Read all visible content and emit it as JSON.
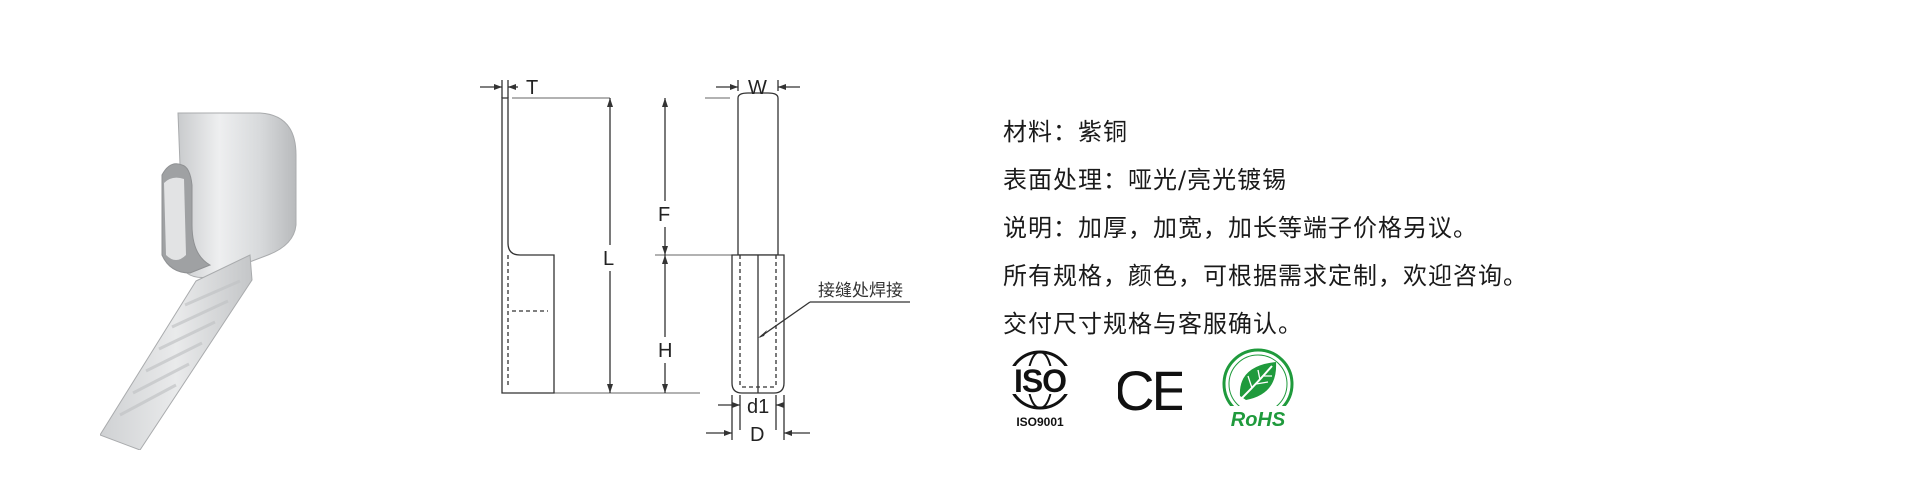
{
  "product_photo": {
    "subject": "tin-plated copper pin terminal (crimp connector)"
  },
  "drawing": {
    "labels": {
      "t": "T",
      "w": "W",
      "l": "L",
      "f": "F",
      "h": "H",
      "d1": "d1",
      "d": "D"
    },
    "callout": "接缝处焊接"
  },
  "specs": [
    "材料：紫铜",
    "表面处理：哑光/亮光镀锡",
    "说明：加厚，加宽，加长等端子价格另议。",
    "所有规格，颜色，可根据需求定制，欢迎咨询。",
    "交付尺寸规格与客服确认。"
  ],
  "certifications": {
    "iso": {
      "logo_text": "ISO",
      "caption": "ISO9001"
    },
    "ce": {
      "logo_text": "CE"
    },
    "rohs": {
      "logo_text": "RoHS",
      "color": "#1f9a3c"
    }
  },
  "colors": {
    "line": "#333333",
    "text": "#1a1a1a",
    "metal_light": "#e8e9ea",
    "metal_dark": "#b6b8ba",
    "rohs_green": "#1f9a3c"
  }
}
